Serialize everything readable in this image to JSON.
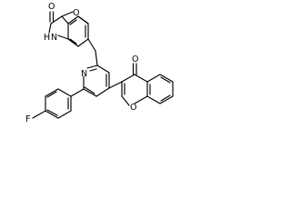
{
  "atoms": {
    "o_lactam": "O",
    "nh": "H",
    "n_lactam": "N",
    "o_oxazine": "O",
    "n_pyridine": "N",
    "o_chromone_keto": "O",
    "o_chromone_ring": "O",
    "f": "F"
  }
}
